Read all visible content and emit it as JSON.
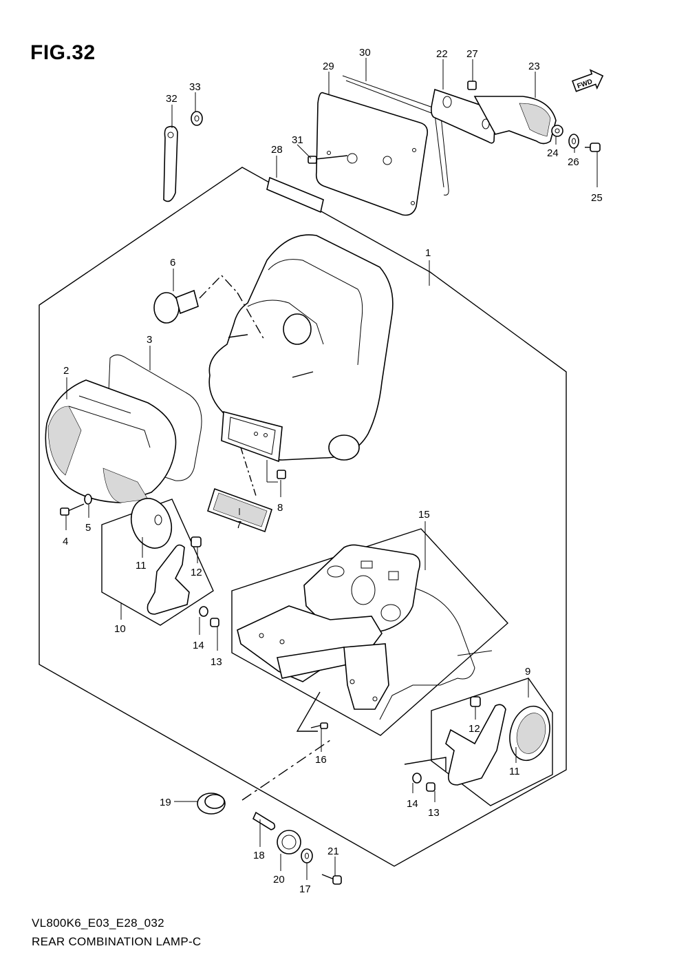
{
  "figure": {
    "title": "FIG.32",
    "model_code": "VL800K6_E03_E28_032",
    "caption": "REAR COMBINATION LAMP-C"
  },
  "fwd_badge": "FWD",
  "callouts": [
    {
      "id": "c1",
      "label": "1"
    },
    {
      "id": "c2",
      "label": "2"
    },
    {
      "id": "c3",
      "label": "3"
    },
    {
      "id": "c4",
      "label": "4"
    },
    {
      "id": "c5",
      "label": "5"
    },
    {
      "id": "c6",
      "label": "6"
    },
    {
      "id": "c7",
      "label": "7"
    },
    {
      "id": "c8",
      "label": "8"
    },
    {
      "id": "c9",
      "label": "9"
    },
    {
      "id": "c10",
      "label": "10"
    },
    {
      "id": "c11a",
      "label": "11"
    },
    {
      "id": "c11b",
      "label": "11"
    },
    {
      "id": "c12a",
      "label": "12"
    },
    {
      "id": "c12b",
      "label": "12"
    },
    {
      "id": "c13a",
      "label": "13"
    },
    {
      "id": "c13b",
      "label": "13"
    },
    {
      "id": "c14a",
      "label": "14"
    },
    {
      "id": "c14b",
      "label": "14"
    },
    {
      "id": "c15",
      "label": "15"
    },
    {
      "id": "c16",
      "label": "16"
    },
    {
      "id": "c17",
      "label": "17"
    },
    {
      "id": "c18",
      "label": "18"
    },
    {
      "id": "c19",
      "label": "19"
    },
    {
      "id": "c20",
      "label": "20"
    },
    {
      "id": "c21",
      "label": "21"
    },
    {
      "id": "c22",
      "label": "22"
    },
    {
      "id": "c23",
      "label": "23"
    },
    {
      "id": "c24",
      "label": "24"
    },
    {
      "id": "c25",
      "label": "25"
    },
    {
      "id": "c26",
      "label": "26"
    },
    {
      "id": "c27",
      "label": "27"
    },
    {
      "id": "c28",
      "label": "28"
    },
    {
      "id": "c29",
      "label": "29"
    },
    {
      "id": "c30",
      "label": "30"
    },
    {
      "id": "c31",
      "label": "31"
    },
    {
      "id": "c32",
      "label": "32"
    },
    {
      "id": "c33",
      "label": "33"
    }
  ]
}
